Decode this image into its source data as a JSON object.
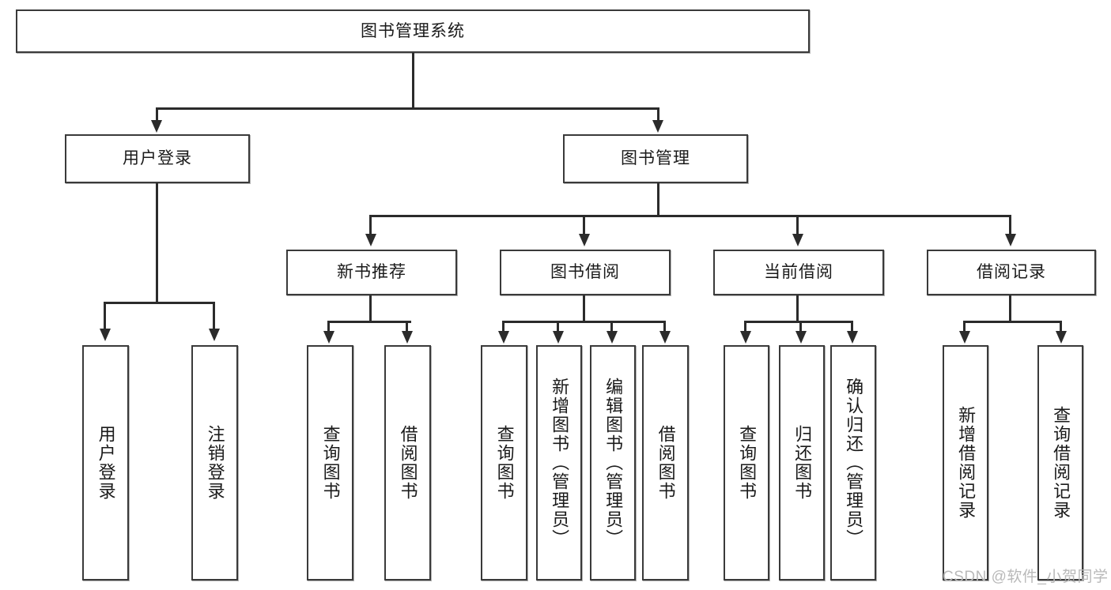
{
  "diagram": {
    "title": "图书管理系统",
    "type": "tree-hierarchy",
    "root": {
      "label": "图书管理系统"
    },
    "level2": [
      {
        "label": "用户登录"
      },
      {
        "label": "图书管理"
      }
    ],
    "level3": [
      {
        "label": "新书推荐"
      },
      {
        "label": "图书借阅"
      },
      {
        "label": "当前借阅"
      },
      {
        "label": "借阅记录"
      }
    ],
    "leaves": {
      "user_login": [
        {
          "label": "用户登录"
        },
        {
          "label": "注销登录"
        }
      ],
      "new_book_recommend": [
        {
          "label": "查询图书"
        },
        {
          "label": "借阅图书"
        }
      ],
      "book_borrow": [
        {
          "label": "查询图书"
        },
        {
          "label": "新增图书（管理员）"
        },
        {
          "label": "编辑图书（管理员）"
        },
        {
          "label": "借阅图书"
        }
      ],
      "current_borrow": [
        {
          "label": "查询图书"
        },
        {
          "label": "归还图书"
        },
        {
          "label": "确认归还（管理员）"
        }
      ],
      "borrow_record": [
        {
          "label": "新增借阅记录"
        },
        {
          "label": "查询借阅记录"
        }
      ]
    }
  },
  "watermark": {
    "text": "CSDN @软件_小贺同学"
  },
  "colors": {
    "border": "#3a3a3a",
    "line": "#2b2b2b",
    "background": "#ffffff",
    "text": "#1a1a1a",
    "watermark": "#b9b9b9"
  }
}
